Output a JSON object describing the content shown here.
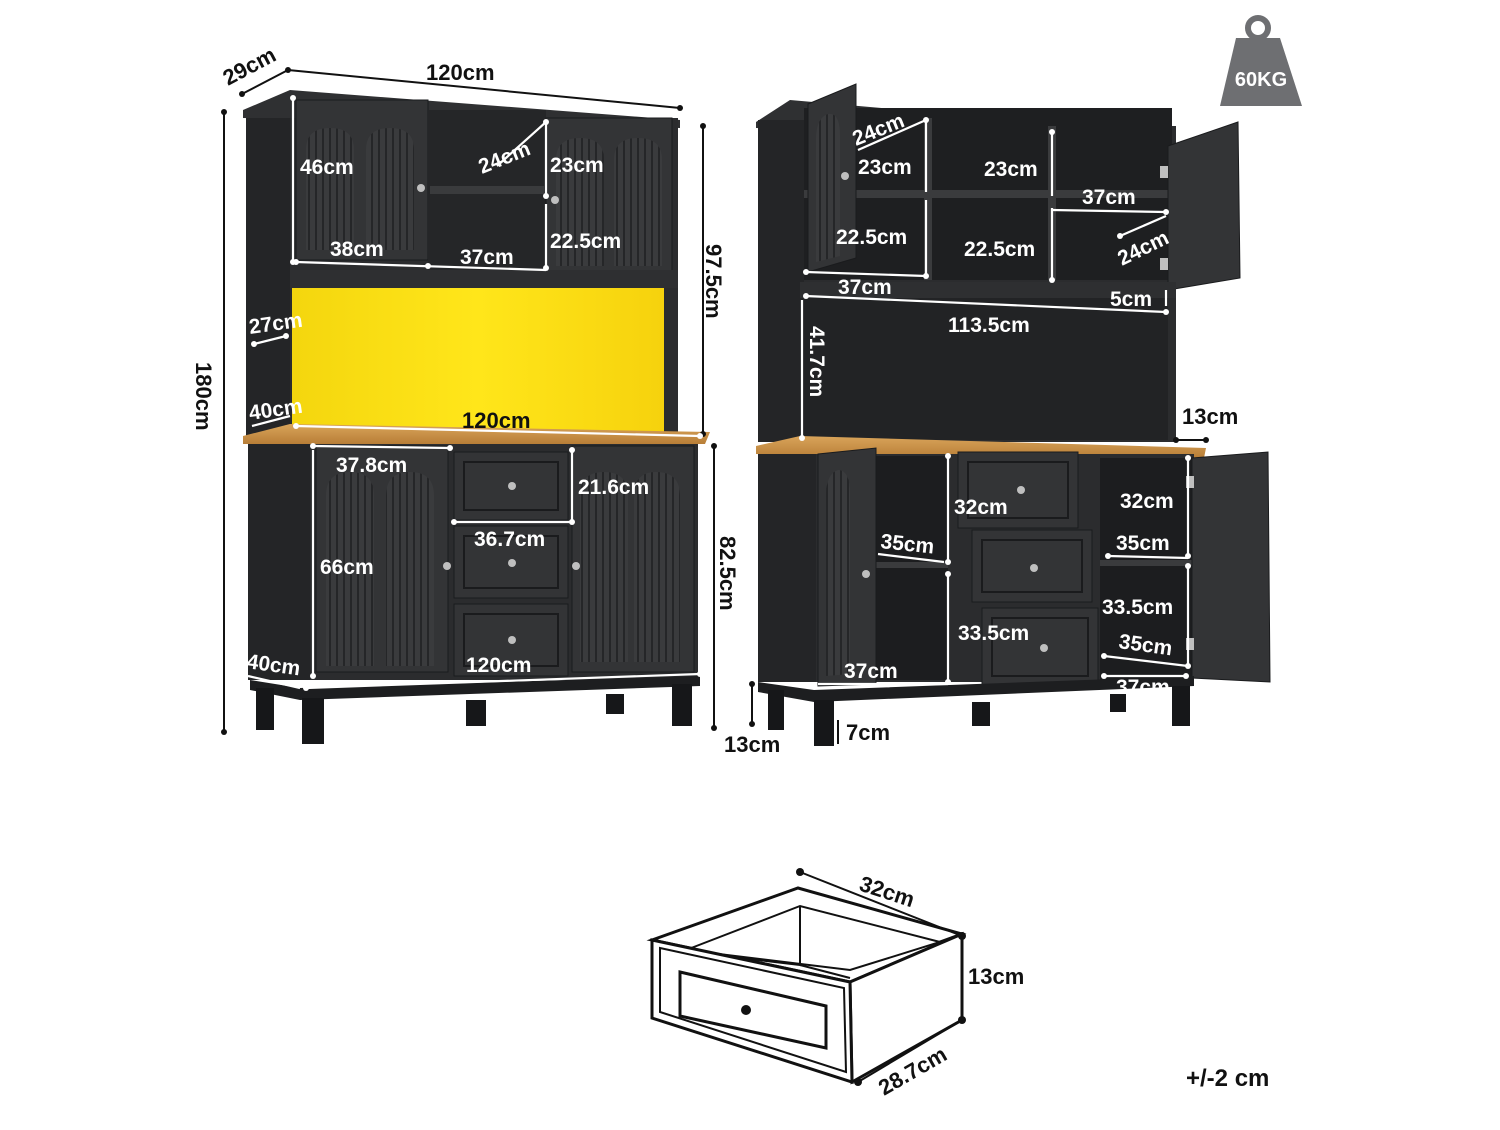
{
  "badge": {
    "weight": "60KG"
  },
  "tolerance": "+/-2 cm",
  "left_view": {
    "depth_top": "29cm",
    "width_top": "120cm",
    "height_total": "180cm",
    "height_upper": "97.5cm",
    "height_lower": "82.5cm",
    "upper_door_height": "46cm",
    "open_shelf_depth": "24cm",
    "right_door_inner": "23cm",
    "left_door_width": "38cm",
    "open_shelf_width": "37cm",
    "open_shelf_height": "22.5cm",
    "hutch_depth": "27cm",
    "counter_depth": "40cm",
    "counter_width": "120cm",
    "lower_door_width": "37.8cm",
    "drawer_height": "21.6cm",
    "drawer_width": "36.7cm",
    "lower_door_height": "66cm",
    "base_depth": "40cm",
    "base_width": "120cm"
  },
  "right_view": {
    "upper_depth": "24cm",
    "upper_left_height": "23cm",
    "upper_mid_height": "23cm",
    "upper_right_width": "37cm",
    "upper_left_lower": "22.5cm",
    "upper_mid_lower": "22.5cm",
    "upper_right_depth": "24cm",
    "upper_bottom_width": "37cm",
    "top_gap": "5cm",
    "open_width": "113.5cm",
    "open_height": "41.7cm",
    "counter_overhang": "13cm",
    "left_cab_drawer_width": "32cm",
    "right_cab_width": "32cm",
    "left_cab_depth": "35cm",
    "right_cab_depth": "35cm",
    "right_cab_lower": "33.5cm",
    "left_cab_lower": "33.5cm",
    "right_cab_lower_depth": "35cm",
    "left_cab_width": "37cm",
    "right_cab_bottom_width": "37cm",
    "leg_height": "13cm",
    "leg_width": "7cm"
  },
  "drawer_detail": {
    "width": "32cm",
    "height": "13cm",
    "depth": "28.7cm"
  }
}
